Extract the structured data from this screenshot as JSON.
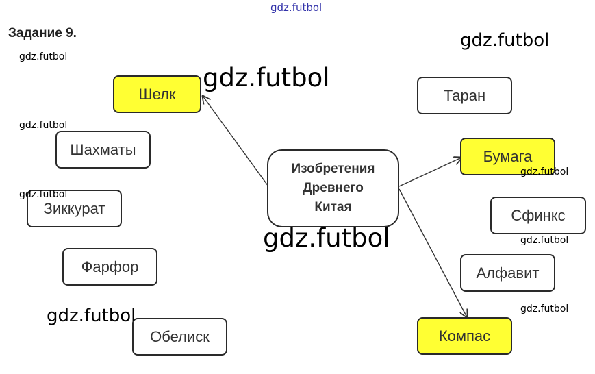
{
  "task_title": "Задание 9.",
  "center_label_lines": [
    "Изобретения",
    "Древнего",
    "Китая"
  ],
  "nodes": {
    "silk": "Шелк",
    "chess": "Шахматы",
    "ziggurat": "Зиккурат",
    "porcelain": "Фарфор",
    "obelisk": "Обелиск",
    "ram": "Таран",
    "paper": "Бумага",
    "sphinx": "Сфинкс",
    "alphabet": "Алфавит",
    "compass": "Компас"
  },
  "highlight_color": "#ffff33",
  "watermark": "gdz.futbol"
}
